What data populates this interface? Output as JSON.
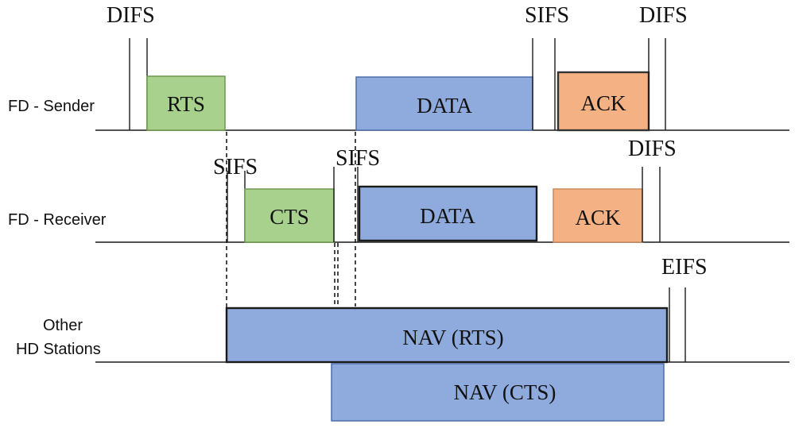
{
  "rows": {
    "sender": "FD - Sender",
    "receiver": "FD - Receiver",
    "other_line1": "Other",
    "other_line2": "HD Stations"
  },
  "frames": {
    "rts": "RTS",
    "cts": "CTS",
    "data_sender": "DATA",
    "data_receiver": "DATA",
    "ack_sender": "ACK",
    "ack_receiver": "ACK",
    "nav_rts": "NAV (RTS)",
    "nav_cts": "NAV (CTS)"
  },
  "intervals": {
    "difs_sender_start": "DIFS",
    "sifs_sender": "SIFS",
    "difs_sender_end": "DIFS",
    "sifs_receiver_1": "SIFS",
    "sifs_receiver_2": "SIFS",
    "difs_receiver_end": "DIFS",
    "eifs": "EIFS"
  },
  "colors": {
    "control_frame": "#a9d18e",
    "data_frame": "#8faadc",
    "ack_frame": "#f4b183"
  }
}
